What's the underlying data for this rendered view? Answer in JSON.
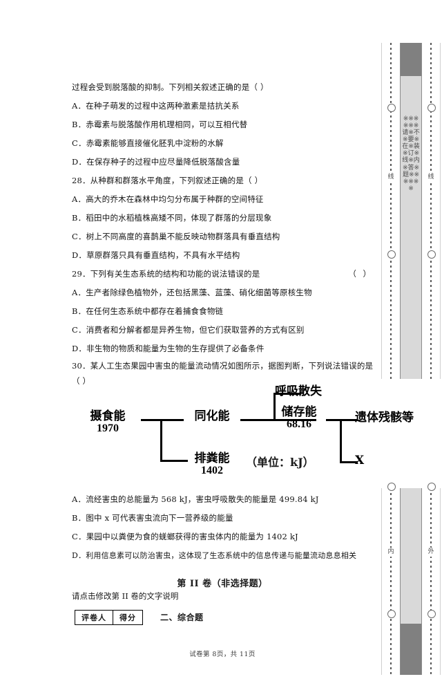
{
  "page": {
    "footer": "试卷第 8页，共 11页"
  },
  "questions": [
    {
      "stem": "过程会受到脱落酸的抑制。下列相关叙述正确的是（        ）",
      "options": [
        {
          "label": "A．",
          "text": "在种子萌发的过程中这两种激素是拮抗关系"
        },
        {
          "label": "B．",
          "text": "赤霉素与脱落酸作用机理相同，可以互相代替"
        },
        {
          "label": "C．",
          "text": "赤霉素能够直接催化胚乳中淀粉的水解"
        },
        {
          "label": "D．",
          "text": "在保存种子的过程中应尽量降低脱落酸含量"
        }
      ]
    },
    {
      "number": "28．",
      "stem": "从种群和群落水平角度，下列叙述正确的是（        ）",
      "options": [
        {
          "label": "A．",
          "text": "高大的乔木在森林中均匀分布属于种群的空间特征"
        },
        {
          "label": "B．",
          "text": "稻田中的水稻植株高矮不同，体现了群落的分层现象"
        },
        {
          "label": "C．",
          "text": "树上不同高度的喜鹊巢不能反映动物群落具有垂直结构"
        },
        {
          "label": "D．",
          "text": "草原群落只具有垂直结构，不具有水平结构"
        }
      ]
    },
    {
      "number": "29．",
      "stem": "下列有关生态系统的结构和功能的说法错误的是",
      "stem_trailing": "（    ）",
      "options": [
        {
          "label": "A．",
          "text": "生产者除绿色植物外，还包括黑藻、蓝藻、硝化细菌等原核生物"
        },
        {
          "label": "B．",
          "text": "在任何生态系统中都存在着捕食食物链"
        },
        {
          "label": "C．",
          "text": "消费者和分解者都是异养生物，但它们获取营养的方式有区别"
        },
        {
          "label": "D．",
          "text": "非生物的物质和能量为生物的生存提供了必备条件"
        }
      ]
    },
    {
      "number": "30．",
      "stem": "某人工生态果园中害虫的能量流动情况如图所示，据图判断，下列说法错误的是",
      "stem_line2": "（    ）",
      "options": [
        {
          "label": "A．",
          "text": "流经害虫的总能量为 568 kJ，害虫呼吸散失的能量是 499.84 kJ"
        },
        {
          "label": "B．",
          "text": "图中 x 可代表害虫流向下一营养级的能量"
        },
        {
          "label": "C．",
          "text": "果园中以粪便为食的蜣螂获得的害虫体内的能量为 1402 kJ"
        },
        {
          "label": "D．",
          "text": "利用信息素可以防治害虫，这体现了生态系统中的信息传递与能量流动息息相关"
        }
      ]
    }
  ],
  "diagram": {
    "type": "energy-flow",
    "unit_label": "（单位：kJ）",
    "nodes": [
      {
        "id": "intake",
        "name": "摄食能",
        "value": "1970"
      },
      {
        "id": "feces",
        "name": "排粪能",
        "value": "1402"
      },
      {
        "id": "assim",
        "name": "同化能",
        "value": ""
      },
      {
        "id": "resp",
        "name": "呼吸散失",
        "value": ""
      },
      {
        "id": "stored",
        "name": "储存能",
        "value": "68.16"
      },
      {
        "id": "remains",
        "name": "遗体残骸等",
        "value": ""
      },
      {
        "id": "x",
        "name": "X",
        "value": ""
      }
    ]
  },
  "section2": {
    "title": "第 II 卷（非选择题）",
    "note": "请点击修改第 II 卷的文字说明",
    "score_table": {
      "grader": "评卷人",
      "score": "得分"
    },
    "part_label": "二、综合题"
  },
  "margin": {
    "top_widget": {
      "left_rail_label": "线",
      "right_rail_label": "线",
      "vertical_text": "※※※※※※请※不※要※在※装※订※线※内※答※题※※※※※※"
    },
    "bottom_widget": {
      "left_rail_label": "内",
      "right_rail_label": "外",
      "vertical_text": ""
    }
  }
}
